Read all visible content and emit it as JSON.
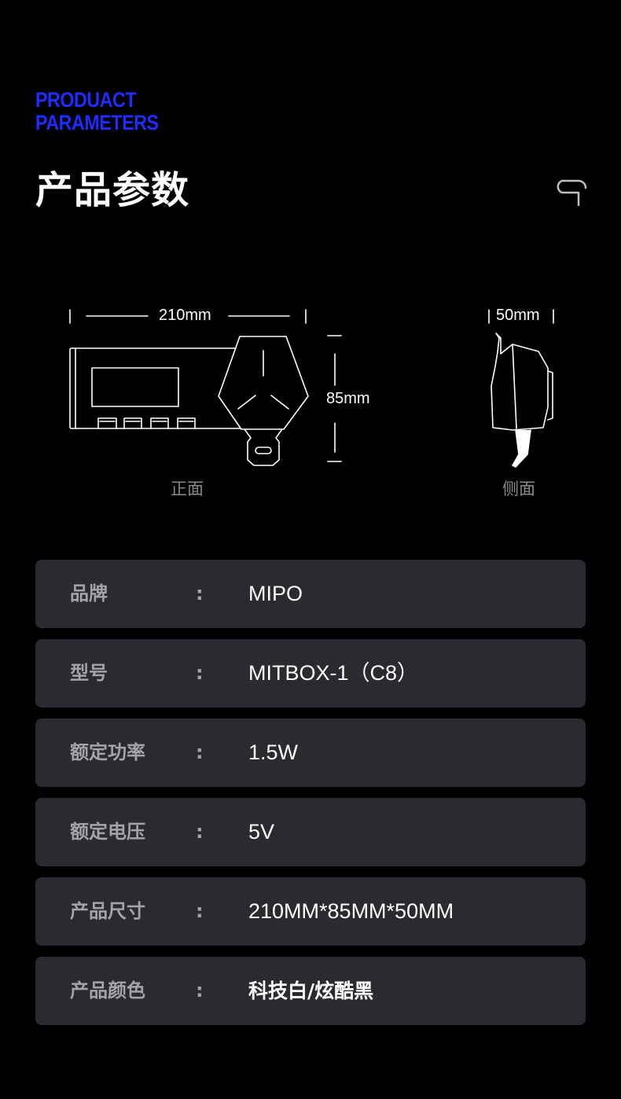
{
  "header": {
    "eyebrow_line1": "PRODUACT",
    "eyebrow_line2": "PARAMETERS",
    "title": "产品参数",
    "accent_color": "#1f2cff"
  },
  "diagram": {
    "front": {
      "width_label": "210mm",
      "height_label": "85mm",
      "view_label": "正面"
    },
    "side": {
      "depth_label": "50mm",
      "view_label": "侧面"
    }
  },
  "specs": [
    {
      "label": "品牌",
      "colon": ":",
      "value": "MIPO"
    },
    {
      "label": "型号",
      "colon": ":",
      "value": "MITBOX-1（C8）"
    },
    {
      "label": "额定功率",
      "colon": ":",
      "value": "1.5W"
    },
    {
      "label": "额定电压",
      "colon": ":",
      "value": "5V"
    },
    {
      "label": "产品尺寸",
      "colon": ":",
      "value": "210MM*85MM*50MM"
    },
    {
      "label": "产品颜色",
      "colon": ":",
      "value": "科技白/炫酷黑"
    }
  ]
}
